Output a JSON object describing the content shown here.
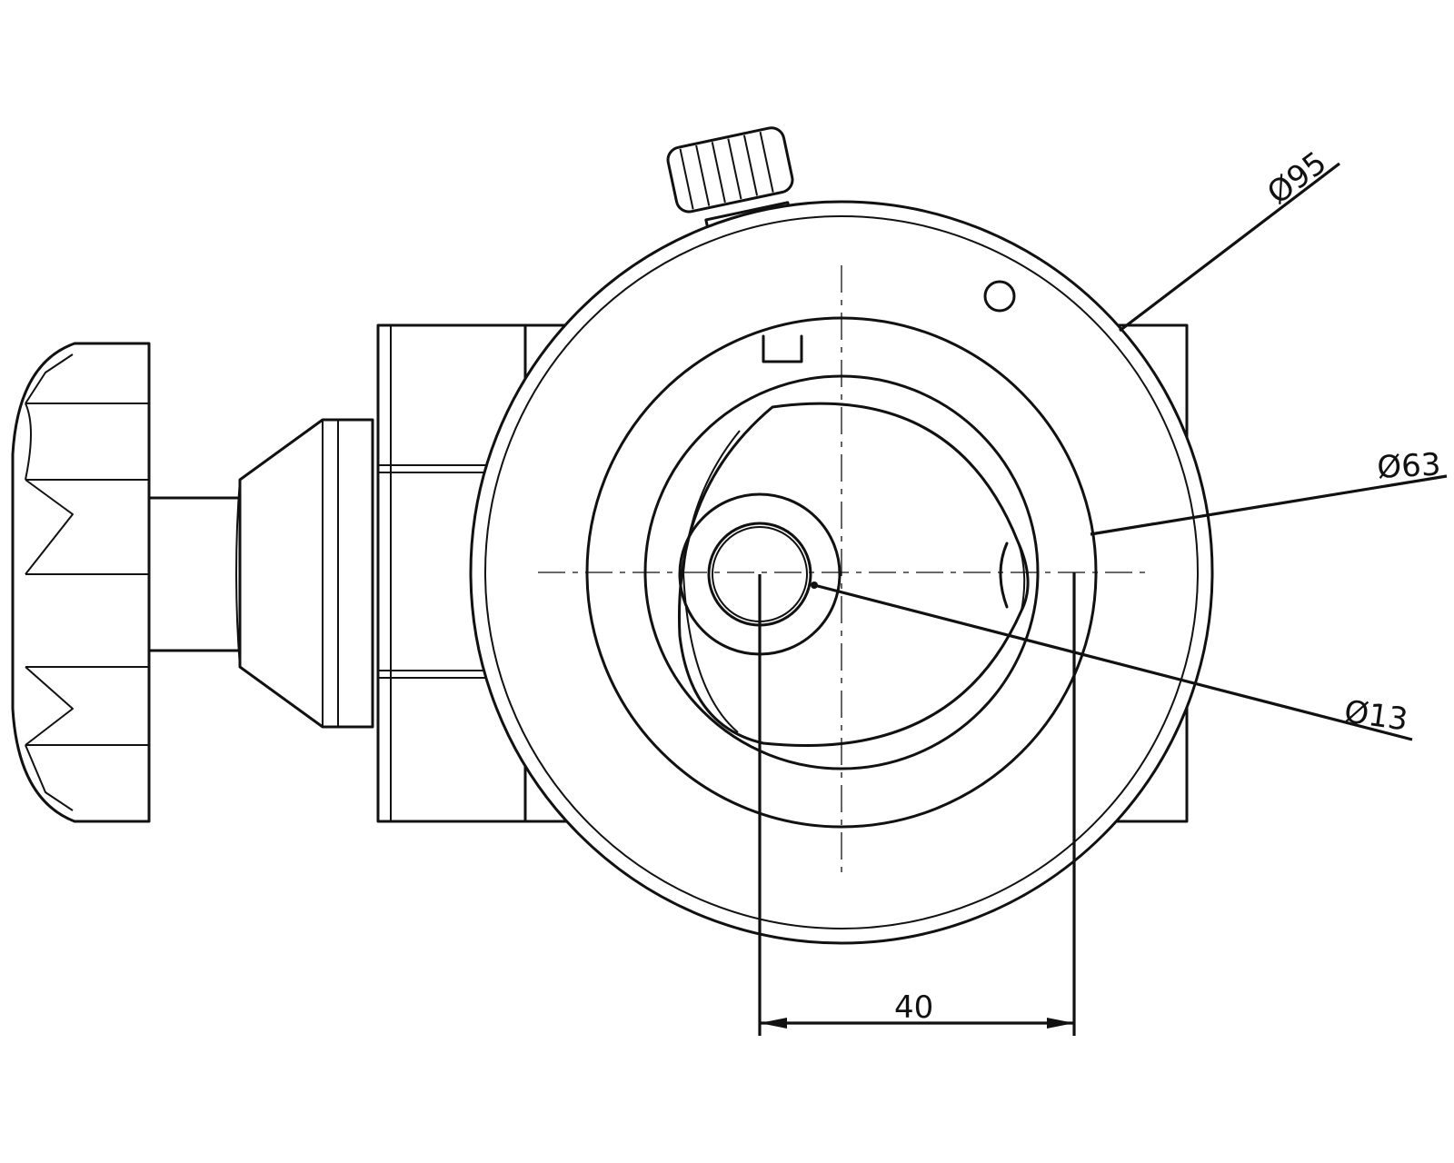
{
  "dimensions": {
    "outer_diameter": "Ø95",
    "inner_diameter": "Ø63",
    "bore_diameter": "Ø13",
    "offset": "40"
  },
  "colors": {
    "line": "#111111",
    "background": "#ffffff"
  }
}
